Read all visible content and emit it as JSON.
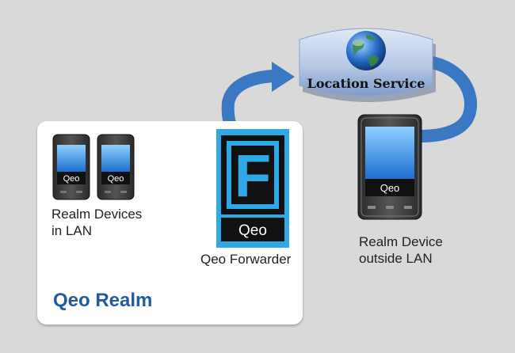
{
  "location_service": {
    "label": "Location Service"
  },
  "realm": {
    "title": "Qeo Realm",
    "devices_label_line1": "Realm Devices",
    "devices_label_line2": "in LAN",
    "phone_brand": "Qeo"
  },
  "forwarder": {
    "letter": "F",
    "brand": "Qeo",
    "label": "Qeo Forwarder"
  },
  "outside": {
    "phone_brand": "Qeo",
    "label_line1": "Realm Device",
    "label_line2": "outside LAN"
  },
  "colors": {
    "background": "#d9d9d9",
    "arrow": "#3b78c3",
    "realm_title": "#1f5c9c",
    "forwarder_blue": "#2fa8e6",
    "location_box": "#b8cbe6"
  }
}
